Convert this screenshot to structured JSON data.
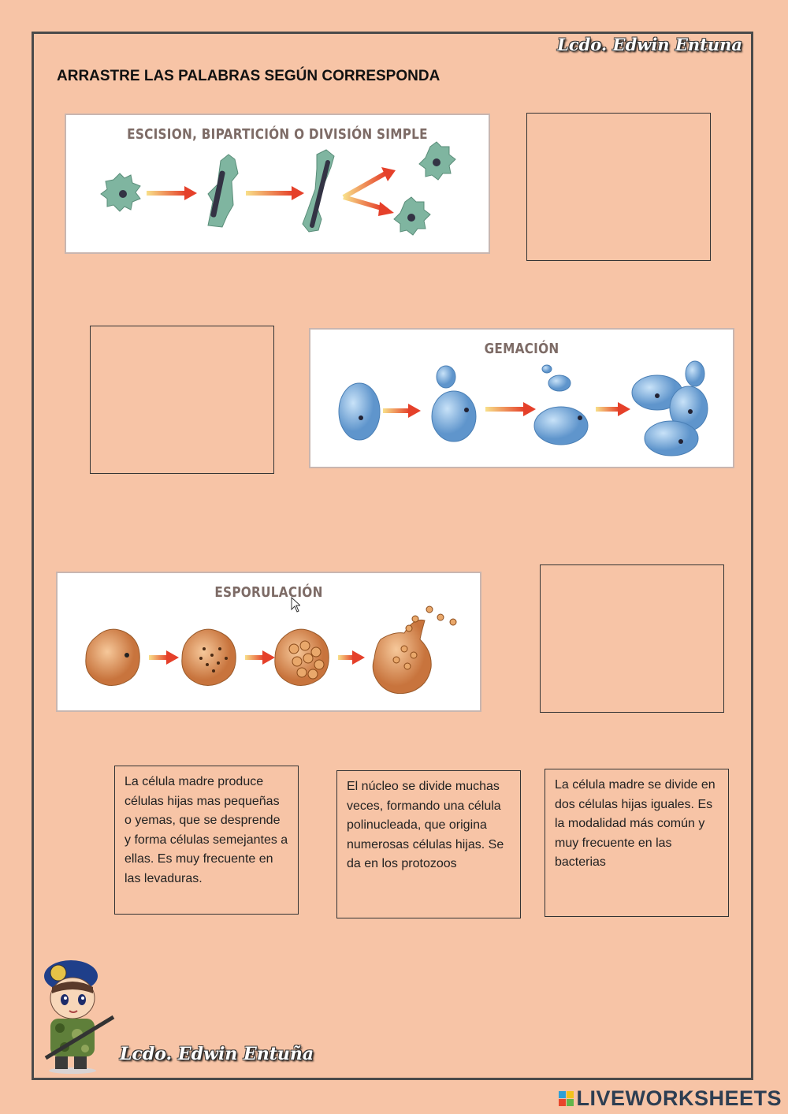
{
  "author_signature": "Lcdo. Edwin Entuna",
  "author_signature_bottom": "Lcdo. Edwin Entuña",
  "instructions": "ARRASTRE LAS PALABRAS SEGÚN CORRESPONDA",
  "panels": [
    {
      "title": "ESCISION, BIPARTICIÓN O DIVISIÓN SIMPLE"
    },
    {
      "title": "GEMACIÓN"
    },
    {
      "title": "ESPORULACIÓN"
    }
  ],
  "cards": [
    {
      "text": "La célula madre produce células hijas mas pequeñas o yemas, que se desprende y forma células semejantes a ellas.  Es muy frecuente en las levaduras."
    },
    {
      "text": "El núcleo se divide muchas veces, formando una célula polinucleada, que origina numerosas células hijas.  Se da en los protozoos"
    },
    {
      "text": "La célula madre se divide en dos células hijas iguales. Es la modalidad más común y muy frecuente en las bacterias"
    }
  ],
  "footer": {
    "brand": "LIVEWORKSHEETS"
  },
  "colors": {
    "background": "#f7c4a6",
    "amoeba": "#7fb5a0",
    "yeast": "#7aaee0",
    "spore_cell": "#d88a4f",
    "arrow": "#e5402a",
    "brand_text": "#2d3e52"
  }
}
